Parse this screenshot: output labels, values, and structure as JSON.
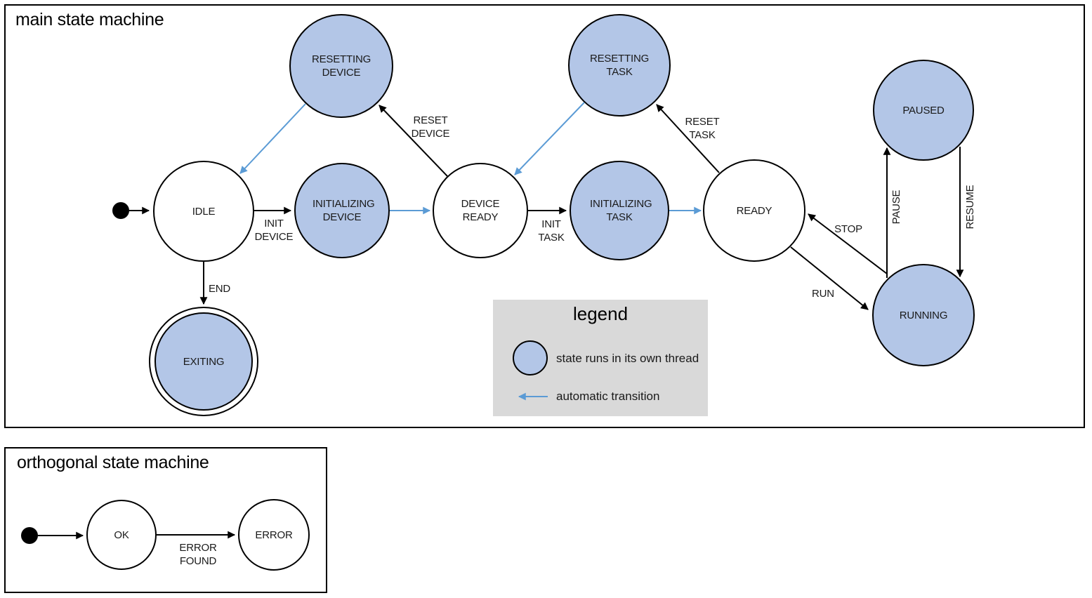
{
  "main": {
    "title": "main state machine",
    "states": {
      "idle": {
        "label": "IDLE"
      },
      "resetting_device": {
        "label": "RESETTING DEVICE"
      },
      "initializing_device": {
        "label": "INITIALIZING DEVICE"
      },
      "device_ready": {
        "label": "DEVICE READY"
      },
      "resetting_task": {
        "label": "RESETTING TASK"
      },
      "initializing_task": {
        "label": "INITIALIZING TASK"
      },
      "ready": {
        "label": "READY"
      },
      "paused": {
        "label": "PAUSED"
      },
      "running": {
        "label": "RUNNING"
      },
      "exiting": {
        "label": "EXITING"
      }
    },
    "transitions": {
      "init_device": {
        "label": "INIT DEVICE"
      },
      "reset_device": {
        "label": "RESET DEVICE"
      },
      "init_task": {
        "label": "INIT TASK"
      },
      "reset_task": {
        "label": "RESET TASK"
      },
      "stop": {
        "label": "STOP"
      },
      "run": {
        "label": "RUN"
      },
      "pause": {
        "label": "PAUSE"
      },
      "resume": {
        "label": "RESUME"
      },
      "end": {
        "label": "END"
      }
    }
  },
  "legend": {
    "title": "legend",
    "items": {
      "threaded": {
        "label": "state runs in its own thread"
      },
      "auto": {
        "label": "automatic transition"
      }
    }
  },
  "orthogonal": {
    "title": "orthogonal state machine",
    "states": {
      "ok": {
        "label": "OK"
      },
      "error": {
        "label": "ERROR"
      }
    },
    "transitions": {
      "error_found": {
        "label": "ERROR FOUND"
      }
    }
  },
  "colors": {
    "threaded_fill": "#b3c6e7",
    "auto_transition": "#5b9bd5",
    "legend_bg": "#d9d9d9",
    "line": "#000000"
  }
}
